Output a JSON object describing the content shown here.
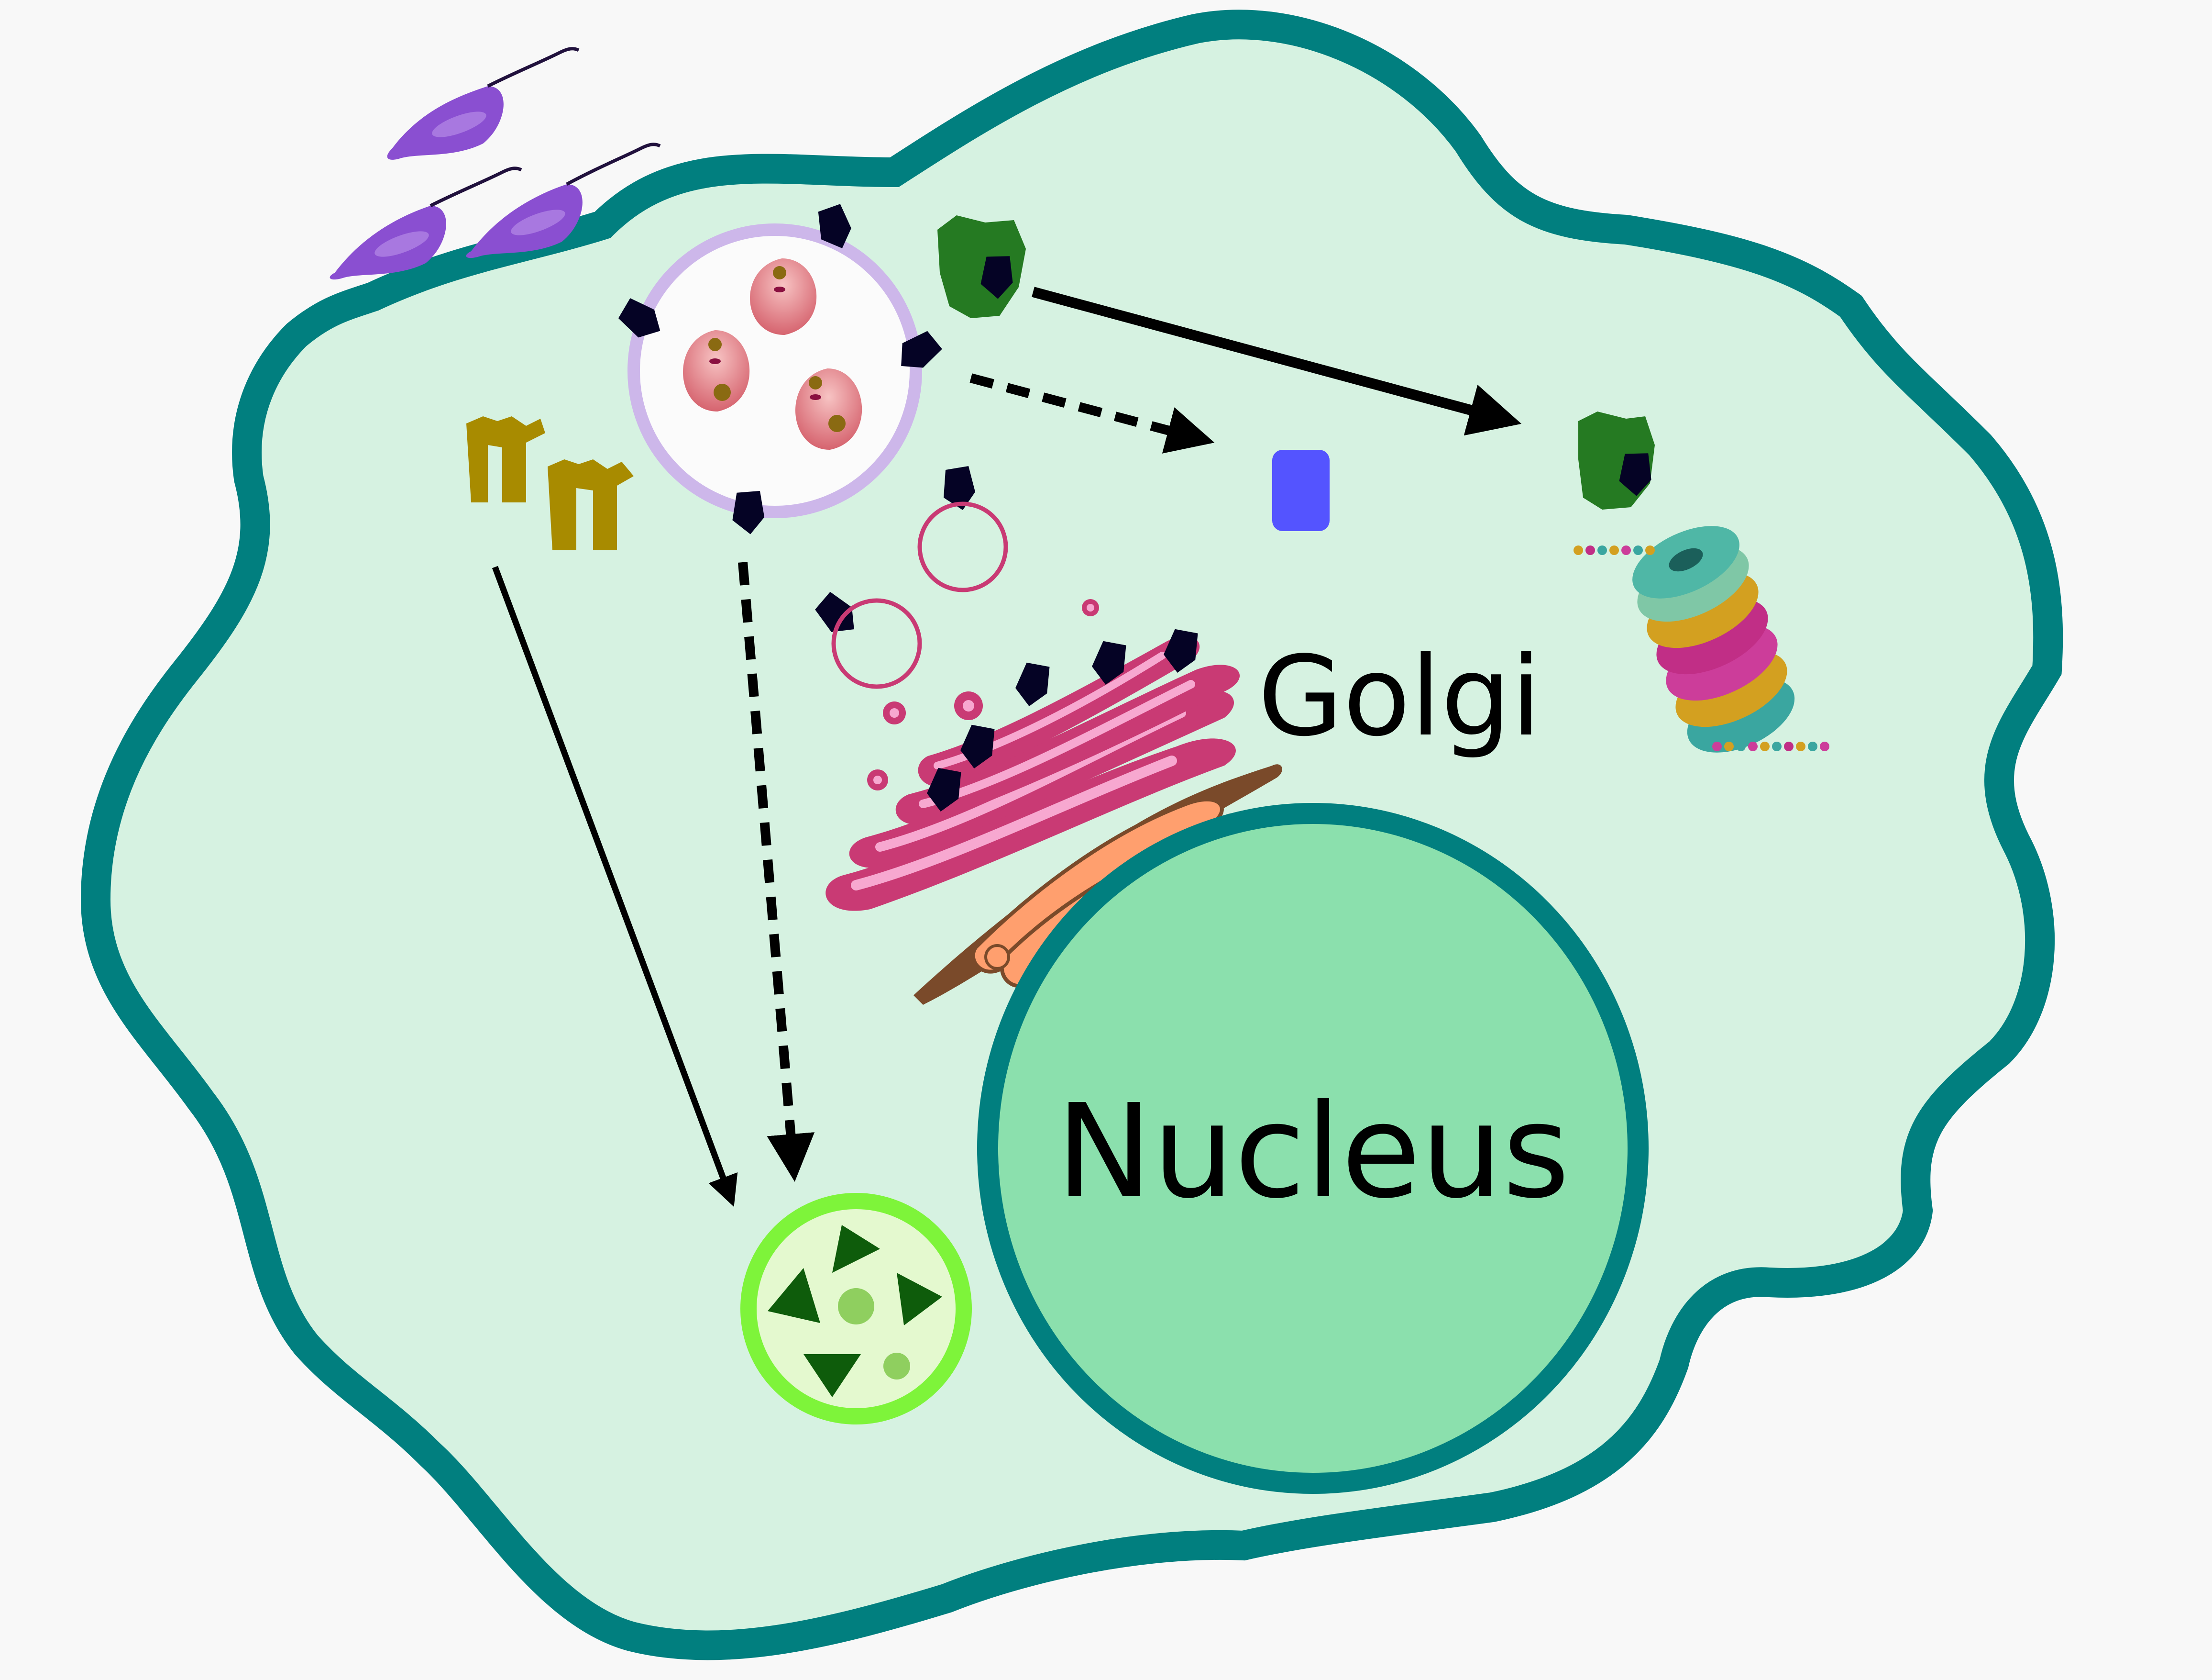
{
  "labels": {
    "golgi": "Golgi",
    "nucleus": "Nucleus"
  },
  "colors": {
    "background": "#f8f8f8",
    "cytoplasm": "#d6f2e1",
    "membrane": "#017f7f",
    "nucleus_fill": "#8be0ad",
    "parasite": "#8a4fd1",
    "parasitophorous_vacuole": "#cdb7ea",
    "antigen": "#050325",
    "green_protein": "#257a22",
    "golden_protein": "#a88b00",
    "blue_block": "#5454ff",
    "golgi_pink": "#c93a74",
    "er_orange": "#ff9f6e",
    "lysosome_ring": "#7ef43a",
    "lysosome_content": "#0e5c0b"
  },
  "arrows": [
    {
      "from": "green-protein",
      "to": "proteasome-complex",
      "style": "solid"
    },
    {
      "from": "vacuole",
      "to": "blue-block",
      "style": "dashed"
    },
    {
      "from": "golden-protein",
      "to": "lysosome",
      "style": "solid"
    },
    {
      "from": "vacuole",
      "to": "lysosome",
      "style": "dashed"
    }
  ]
}
